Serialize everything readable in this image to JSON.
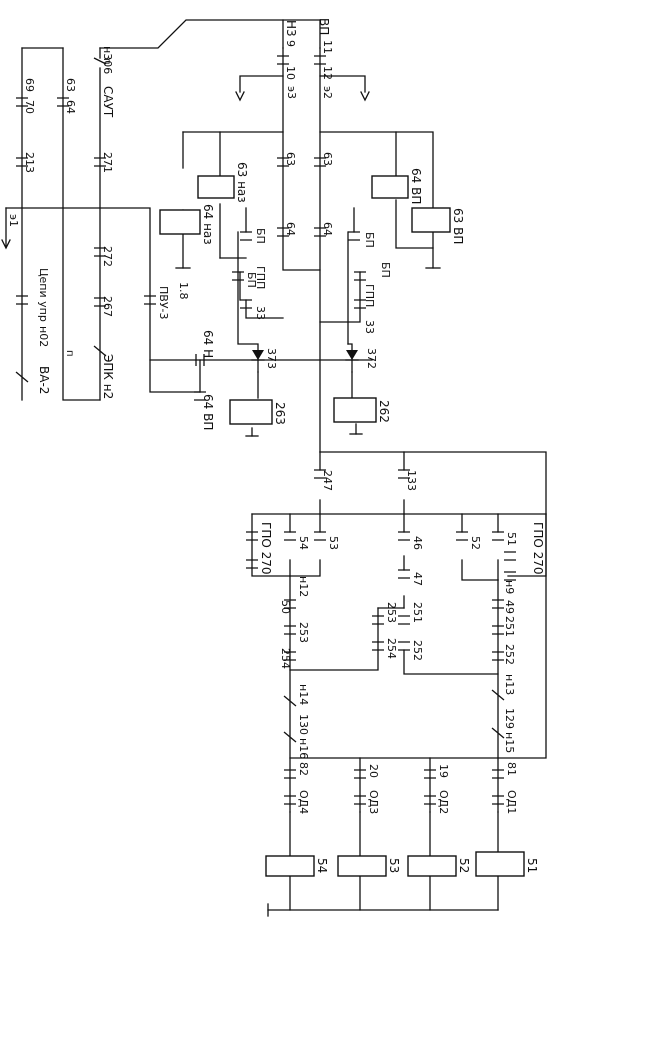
{
  "labels": {
    "vp": "ВП",
    "n3": "Н3",
    "t9": "9",
    "t10": "10",
    "t11": "11",
    "t12": "12",
    "e3": "э3",
    "e2": "э2",
    "n306": "н306",
    "p1": "п",
    "saut": "САУТ",
    "t69": "69",
    "t70": "70",
    "t63a": "63",
    "t64a": "64",
    "t213": "213",
    "t271": "271",
    "t272": "272",
    "t267": "267",
    "epk": "ЭПК н2",
    "e1": "э1",
    "cepi": "Цепи упр",
    "n02": "н02",
    "p2": "п",
    "va2": "ВА-2",
    "c63l": "63",
    "c63r": "63",
    "c64l": "64",
    "c64r": "64",
    "coil63naz": "63 наз",
    "coil64naz": "64 наз",
    "coil64vp": "64 ВП",
    "coil63vp": "63 ВП",
    "bp1": "БП",
    "bp2": "БП",
    "bp3": "БП",
    "bp4": "БП",
    "gpp1": "ГПП",
    "gpp2": "ГПП",
    "t33a": "33",
    "t33b": "33",
    "t18": "1.8",
    "pvu": "ПВУ-3",
    "t64n": "64 Н",
    "t64vp2": "64 ВП",
    "t373": "373",
    "t372": "372",
    "coil263": "263",
    "coil262": "262",
    "t247": "247",
    "t133": "133",
    "gpoL": "ГПО 270",
    "gpoR": "ГПО 270",
    "t54": "54",
    "t53": "53",
    "t46": "46",
    "t52": "52",
    "t51": "51",
    "t47": "47",
    "n12": "н12",
    "n9": "н9",
    "t49": "49",
    "t50": "50",
    "t253a": "253",
    "t253b": "253",
    "t251a": "251",
    "t251b": "251",
    "t254a": "254",
    "t254b": "254",
    "t252a": "252",
    "t252b": "252",
    "n14": "н14",
    "n13": "н13",
    "t130": "130",
    "t129": "129",
    "n16": "н16",
    "n15": "н15",
    "t82": "82",
    "t20": "20",
    "t19": "19",
    "t81": "81",
    "od4": "ОД4",
    "od3": "ОД3",
    "od2": "ОД2",
    "od1": "ОД1",
    "k54": "54",
    "k53": "53",
    "k52": "52",
    "k51": "51"
  }
}
